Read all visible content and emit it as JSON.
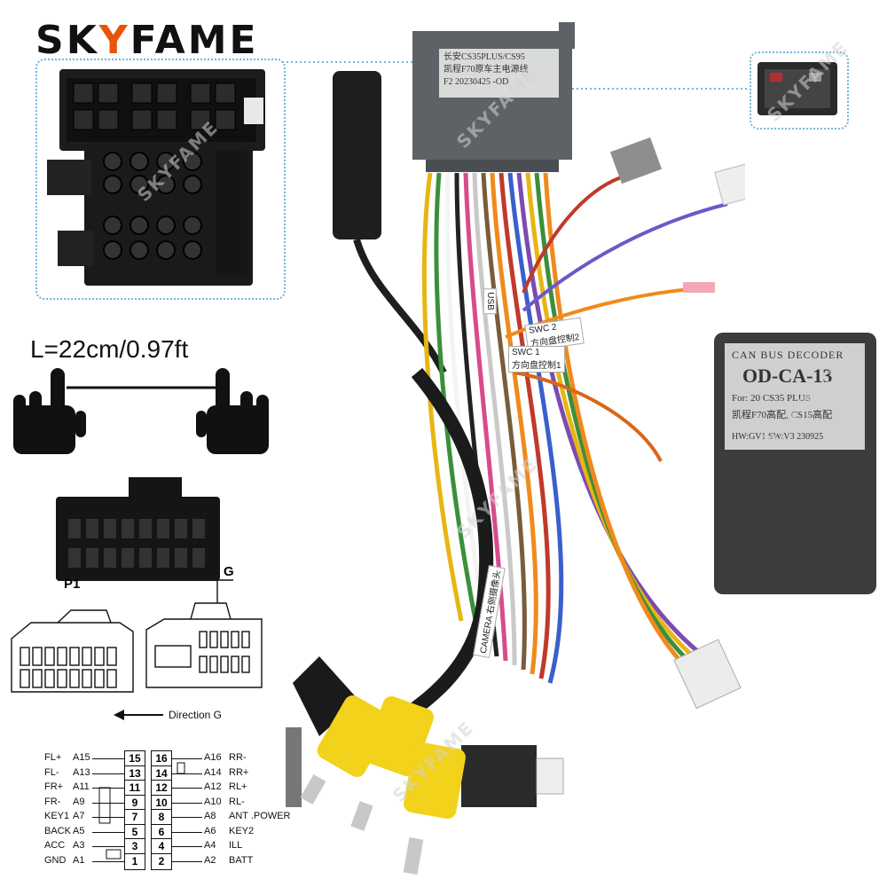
{
  "brand": {
    "part1": "SK",
    "part2": "Y",
    "part3": "FAME"
  },
  "watermark": "SKYFAME",
  "cable_length": "L=22cm/0.97ft",
  "main_plug_label": {
    "line1": "长安CS35PLUS/CS95",
    "line2": "凯程F70原车主电源线",
    "line3": "F2  20230425  -OD"
  },
  "harness_labels": {
    "usb": "USB",
    "swc2": "SWC 2",
    "swc2_cn": "方向盘控制2",
    "swc1": "SWC 1",
    "swc1_cn": "方向盘控制1",
    "camera": "CAMERA",
    "camera_cn": "右侧摄像头"
  },
  "decoder": {
    "line1": "CAN BUS DECODER",
    "line2": "OD-CA-13",
    "line3": "For: 20 CS35 PLUS",
    "line4": "凯程F70高配, CS15高配",
    "line5": "HW:GV1   SW:V3   230925"
  },
  "connector_p1": "P1",
  "connector_g": "G",
  "direction_label": "Direction G",
  "pinout": [
    {
      "left_name": "FL+",
      "left_code": "A15",
      "left_num": "15",
      "right_num": "16",
      "right_code": "A16",
      "right_name": "RR-"
    },
    {
      "left_name": "FL-",
      "left_code": "A13",
      "left_num": "13",
      "right_num": "14",
      "right_code": "A14",
      "right_name": "RR+"
    },
    {
      "left_name": "FR+",
      "left_code": "A11",
      "left_num": "11",
      "right_num": "12",
      "right_code": "A12",
      "right_name": "RL+"
    },
    {
      "left_name": "FR-",
      "left_code": "A9",
      "left_num": "9",
      "right_num": "10",
      "right_code": "A10",
      "right_name": "RL-"
    },
    {
      "left_name": "KEY1",
      "left_code": "A7",
      "left_num": "7",
      "right_num": "8",
      "right_code": "A8",
      "right_name": "ANT .POWER"
    },
    {
      "left_name": "BACK",
      "left_code": "A5",
      "left_num": "5",
      "right_num": "6",
      "right_code": "A6",
      "right_name": "KEY2"
    },
    {
      "left_name": "ACC",
      "left_code": "A3",
      "left_num": "3",
      "right_num": "4",
      "right_code": "A4",
      "right_name": "ILL"
    },
    {
      "left_name": "GND",
      "left_code": "A1",
      "left_num": "1",
      "right_num": "2",
      "right_code": "A2",
      "right_name": "BATT"
    }
  ],
  "colors": {
    "accent": "#e8540a",
    "decoder_body": "#3c3c3c",
    "plug_grey": "#5e6266",
    "rca_yellow": "#f2d21a",
    "dotted_frame": "#6fb7d6"
  }
}
